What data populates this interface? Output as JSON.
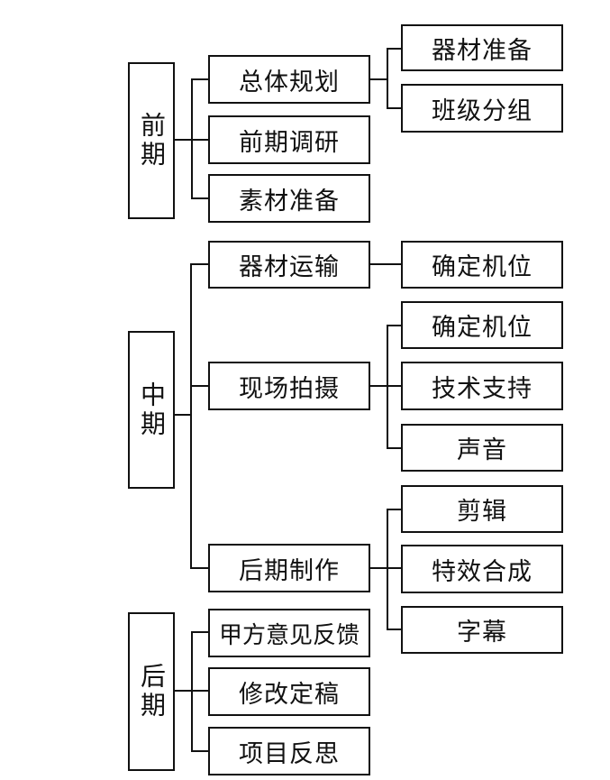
{
  "phases": {
    "early": {
      "label": "前期",
      "items": [
        {
          "label": "总体规划",
          "children": [
            "器材准备",
            "班级分组"
          ]
        },
        {
          "label": "前期调研"
        },
        {
          "label": "素材准备"
        }
      ]
    },
    "middle": {
      "label": "中期",
      "items": [
        {
          "label": "器材运输",
          "children": [
            "确定机位"
          ]
        },
        {
          "label": "现场拍摄",
          "children": [
            "确定机位",
            "技术支持",
            "声音"
          ]
        },
        {
          "label": "后期制作",
          "children": [
            "剪辑",
            "特效合成",
            "字幕"
          ]
        }
      ]
    },
    "late": {
      "label": "后期",
      "items": [
        {
          "label": "甲方意见反馈"
        },
        {
          "label": "修改定稿"
        },
        {
          "label": "项目反思"
        }
      ]
    }
  }
}
